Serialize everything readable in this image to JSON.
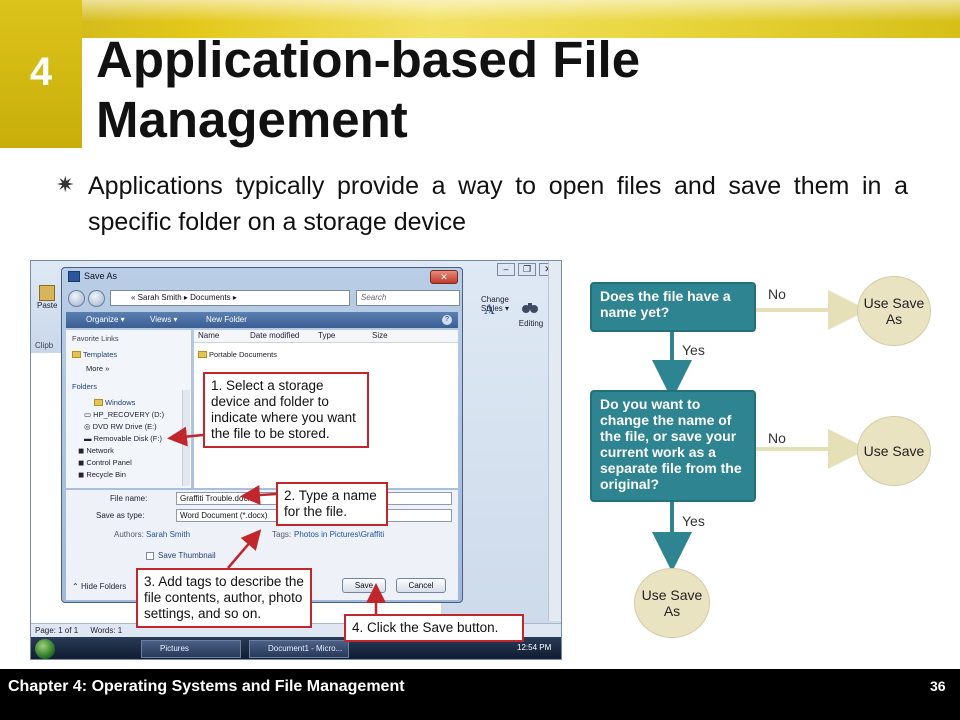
{
  "slide": {
    "chapter_number": "4",
    "title": "Application-based File Management",
    "bullet": "Applications typically provide a way to open files and save them in a specific folder on a storage device",
    "footer": "Chapter 4: Operating Systems and File Management",
    "page_number": "36"
  },
  "screenshot": {
    "dialog_title": "Save As",
    "address_path": "« Sarah Smith ▸ Documents ▸",
    "search_placeholder": "Search",
    "toolbar": {
      "organize": "Organize ▾",
      "views": "Views ▾",
      "new_folder": "New Folder"
    },
    "favorite_links": "Favorite Links",
    "templates": "Templates",
    "more": "More »",
    "folders": "Folders",
    "tree": [
      "Windows",
      "HP_RECOVERY (D:)",
      "DVD RW Drive (E:)",
      "Removable Disk (F:)",
      "Network",
      "Control Panel",
      "Recycle Bin"
    ],
    "columns": [
      "Name",
      "Date modified",
      "Type",
      "Size"
    ],
    "files": [
      "Portable Documents"
    ],
    "file_name_label": "File name:",
    "file_name_value": "Graffiti Trouble.docx",
    "save_as_type_label": "Save as type:",
    "save_as_type_value": "Word Document (*.docx)",
    "authors_label": "Authors:",
    "authors_value": "Sarah Smith",
    "tags_label": "Tags:",
    "tags_value": "Photos in Pictures\\Graffiti",
    "save_thumbnail": "Save Thumbnail",
    "hide_folders": "Hide Folders",
    "save_button": "Save",
    "cancel_button": "Cancel",
    "word": {
      "change_styles": "Change Styles ▾",
      "editing": "Editing",
      "paste": "Paste",
      "clipboard": "Clipb",
      "status_page": "Page: 1 of 1",
      "status_words": "Words: 1"
    },
    "taskbar": {
      "pictures": "Pictures",
      "document": "Document1 - Micro...",
      "clock": "12:54 PM"
    }
  },
  "callouts": {
    "c1": "1. Select a storage device and folder to indicate where you want the file to be stored.",
    "c2": "2. Type a name for the file.",
    "c3": "3. Add tags to describe the file contents, author, photo settings, and so on.",
    "c4": "4. Click the Save button."
  },
  "flowchart": {
    "q1": "Does the file have a name yet?",
    "q2": "Do you want to change the name of the file, or save your current work as a separate file from the original?",
    "no": "No",
    "yes": "Yes",
    "use_save_as": "Use Save As",
    "use_save": "Use Save",
    "colors": {
      "box": "#2e8490",
      "circle": "#e9e3c2",
      "arrow_no": "#e6e0b8",
      "arrow_yes": "#2e8490"
    }
  }
}
